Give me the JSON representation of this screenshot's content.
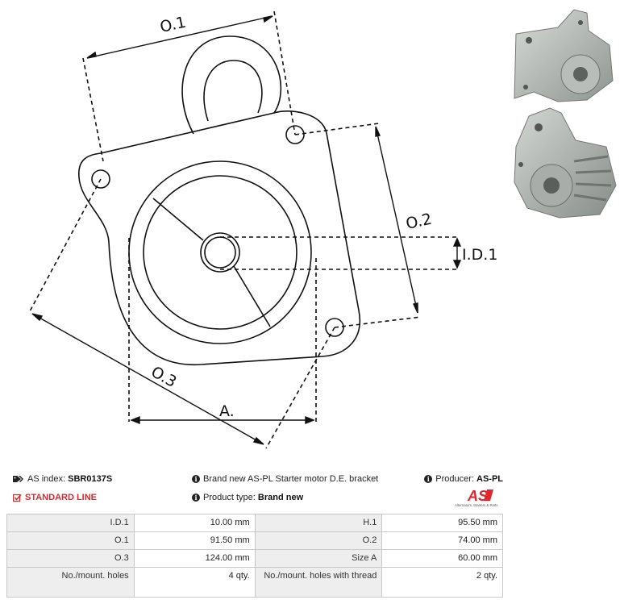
{
  "drawing": {
    "labels": {
      "o1": "O.1",
      "o2": "O.2",
      "o3": "O.3",
      "id1": "I.D.1",
      "a": "A."
    }
  },
  "photos": [
    "bracket-front-photo",
    "bracket-back-photo"
  ],
  "info": {
    "as_index_label": "AS index:",
    "as_index_value": "SBR0137S",
    "description": "Brand new AS-PL Starter motor D.E. bracket",
    "producer_label": "Producer:",
    "producer_value": "AS-PL",
    "standard_line": "STANDARD LINE",
    "product_type_label": "Product type:",
    "product_type_value": "Brand new",
    "logo_text": "AS",
    "logo_subtext": "Alternators, Starters & Parts"
  },
  "colors": {
    "brand_red": "#e2252b",
    "key_bg": "#eeeeee",
    "border": "#c8c8c8"
  },
  "specs": {
    "rows": [
      {
        "k1": "I.D.1",
        "v1": "10.00 mm",
        "k2": "H.1",
        "v2": "95.50 mm"
      },
      {
        "k1": "O.1",
        "v1": "91.50 mm",
        "k2": "O.2",
        "v2": "74.00 mm"
      },
      {
        "k1": "O.3",
        "v1": "124.00 mm",
        "k2": "Size A",
        "v2": "60.00 mm"
      },
      {
        "k1": "No./mount. holes",
        "v1": "4 qty.",
        "k2": "No./mount. holes with thread",
        "v2": "2 qty."
      }
    ]
  }
}
